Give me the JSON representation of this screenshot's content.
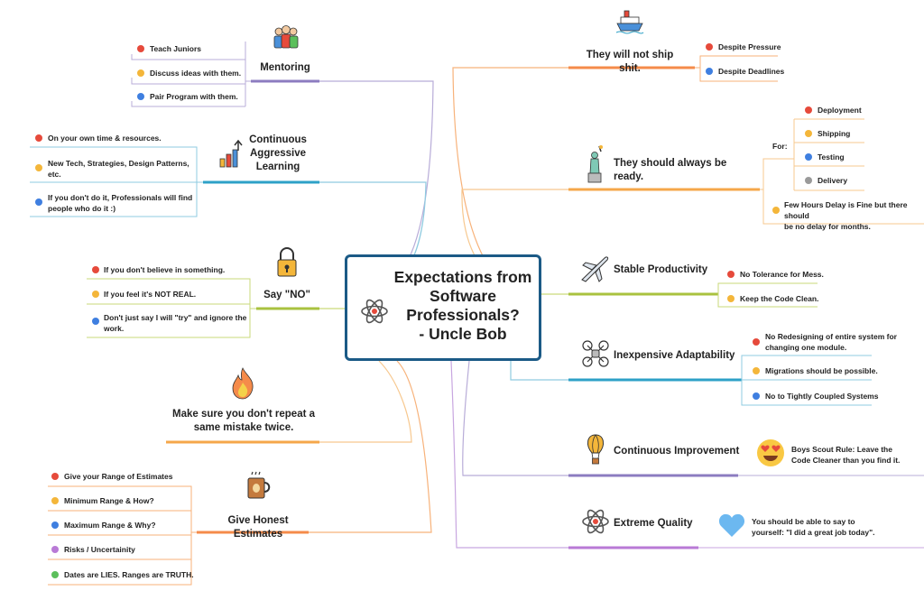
{
  "central": {
    "title_lines": [
      "Expectations from",
      "Software",
      "Professionals?",
      "- Uncle Bob"
    ]
  },
  "left": {
    "mentoring": {
      "title": "Mentoring",
      "items": [
        "Teach Juniors",
        "Discuss ideas with them.",
        "Pair Program with them."
      ]
    },
    "learning": {
      "title_lines": [
        "Continuous",
        "Aggressive",
        "Learning"
      ],
      "items": [
        "On your own time & resources.",
        "New Tech, Strategies, Design Patterns,",
        "etc.",
        "If you don't do it, Professionals will find",
        "people who do it :)"
      ]
    },
    "say_no": {
      "title": "Say \"NO\"",
      "items": [
        "If you don't believe in something.",
        "If you feel it's NOT REAL.",
        "Don't just say I will \"try\" and ignore the",
        "work."
      ]
    },
    "mistake": {
      "title_lines": [
        "Make sure you don't repeat a",
        "same mistake twice."
      ]
    },
    "estimates": {
      "title": "Give Honest Estimates",
      "items": [
        "Give your Range of Estimates",
        "Minimum Range & How?",
        "Maximum Range & Why?",
        "Risks / Uncertainity",
        "Dates are LIES. Ranges are TRUTH."
      ]
    }
  },
  "right": {
    "ship": {
      "title": "They will not ship shit.",
      "items": [
        "Despite Pressure",
        "Despite Deadlines"
      ]
    },
    "ready": {
      "title": "They should always be ready.",
      "for_label": "For:",
      "items": [
        "Deployment",
        "Shipping",
        "Testing",
        "Delivery"
      ],
      "note_lines": [
        "Few Hours Delay is Fine but there should",
        "be no delay for months."
      ]
    },
    "productivity": {
      "title": "Stable Productivity",
      "items": [
        "No Tolerance for Mess.",
        "Keep the Code Clean."
      ]
    },
    "adaptability": {
      "title": "Inexpensive Adaptability",
      "items": [
        "No Redesigning of entire system for",
        "changing one module.",
        "Migrations should be possible.",
        "No to Tightly Coupled Systems"
      ]
    },
    "improvement": {
      "title": "Continuous Improvement",
      "note_lines": [
        "Boys Scout Rule: Leave the",
        "Code Cleaner than you find it."
      ]
    },
    "quality": {
      "title": "Extreme Quality",
      "note_lines": [
        "You should be able to say to",
        "yourself: \"I did a great job today\"."
      ]
    }
  },
  "colors": {
    "central_border": "#1b5a86",
    "purple": "#8c7cc0",
    "teal": "#2ea1c7",
    "olive": "#a9c23f",
    "orange": "#f5a74a",
    "red": "#e64a3b",
    "yellow": "#f4b63a",
    "blue": "#3f7fe0",
    "violet": "#b97ad6",
    "green": "#5bbf5b"
  },
  "icons": [
    "people-icon",
    "growth-chart-icon",
    "padlock-icon",
    "fire-icon",
    "coffee-cup-icon",
    "ship-icon",
    "statue-of-liberty-icon",
    "airplane-icon",
    "drone-icon",
    "hot-air-balloon-icon",
    "atom-icon",
    "heart-eyes-emoji",
    "blue-heart-icon"
  ]
}
